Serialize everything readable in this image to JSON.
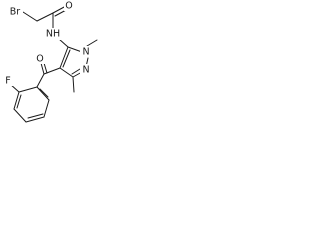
{
  "molecule": {
    "atoms": {
      "bromine": "Br",
      "carbonyl_oxygen_amide": "O",
      "amide_nitrogen": "NH",
      "ketone_oxygen": "O",
      "pyrazole_n1": "N",
      "pyrazole_n2": "N",
      "fluorine": "F"
    },
    "substituent_lines": {
      "n_methyl": "methyl",
      "c_methyl": "methyl"
    }
  }
}
